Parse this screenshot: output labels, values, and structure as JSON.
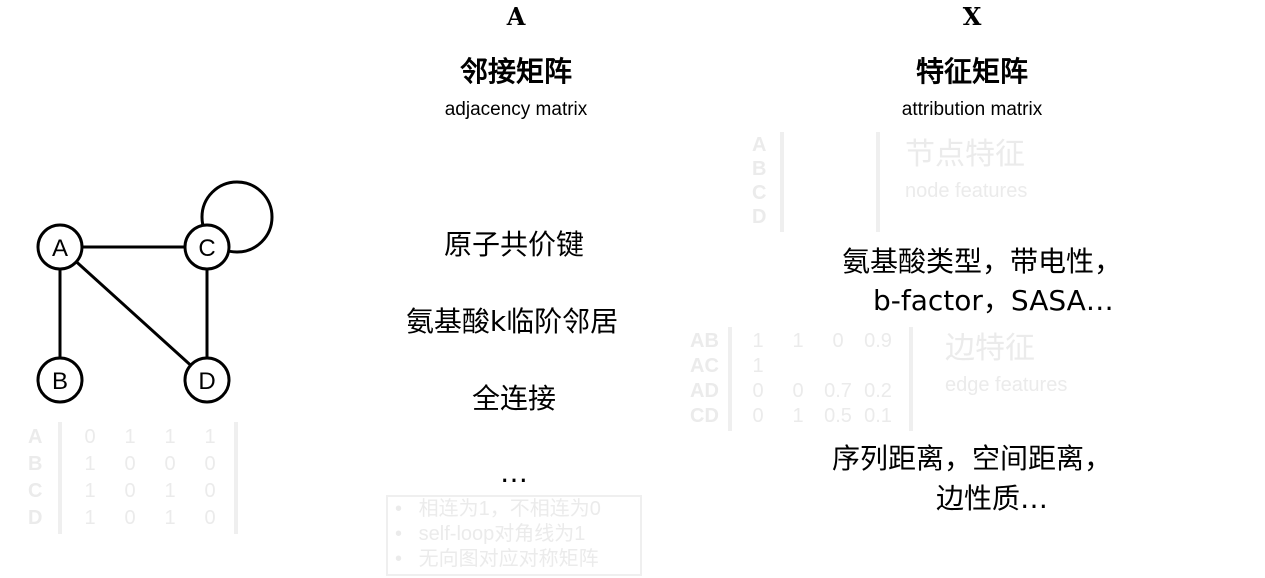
{
  "graph": {
    "nodes": [
      "A",
      "B",
      "C",
      "D"
    ],
    "edges": [
      [
        "A",
        "C"
      ],
      [
        "A",
        "B"
      ],
      [
        "A",
        "D"
      ],
      [
        "C",
        "D"
      ],
      [
        "C",
        "C"
      ]
    ]
  },
  "adjacency": {
    "symbol": "A",
    "title": "邻接矩阵",
    "subtitle": "adjacency matrix",
    "items": [
      "原子共价键",
      "氨基酸k临阶邻居",
      "全连接",
      "…"
    ],
    "ghost_rows": [
      "A",
      "B",
      "C",
      "D"
    ],
    "ghost_matrix": [
      [
        "0",
        "1",
        "1",
        "1"
      ],
      [
        "1",
        "0",
        "0",
        "0"
      ],
      [
        "1",
        "0",
        "1",
        "0"
      ],
      [
        "1",
        "0",
        "1",
        "0"
      ]
    ],
    "ghost_notes": [
      "相连为1，不相连为0",
      "self-loop对角线为1",
      "无向图对应对称矩阵"
    ]
  },
  "features": {
    "symbol": "X",
    "title": "特征矩阵",
    "subtitle": "attribution matrix",
    "node_items": [
      "氨基酸类型，带电性，",
      "b-factor，SASA…"
    ],
    "edge_items": [
      "序列距离，空间距离，",
      "边性质…"
    ],
    "ghost_node_label": "节点特征",
    "ghost_node_sub": "node features",
    "ghost_edge_label": "边特征",
    "ghost_edge_sub": "edge features",
    "ghost_node_rows": [
      "A",
      "B",
      "C",
      "D"
    ],
    "ghost_edge_rows": [
      "AB",
      "AC",
      "AD",
      "CD"
    ],
    "ghost_edge_matrix": [
      [
        "1",
        "1",
        "0",
        "0.9"
      ],
      [
        "1",
        "",
        "",
        ""
      ],
      [
        "0",
        "0",
        "0.7",
        "0.2"
      ],
      [
        "0",
        "1",
        "0.5",
        "0.1"
      ]
    ]
  }
}
